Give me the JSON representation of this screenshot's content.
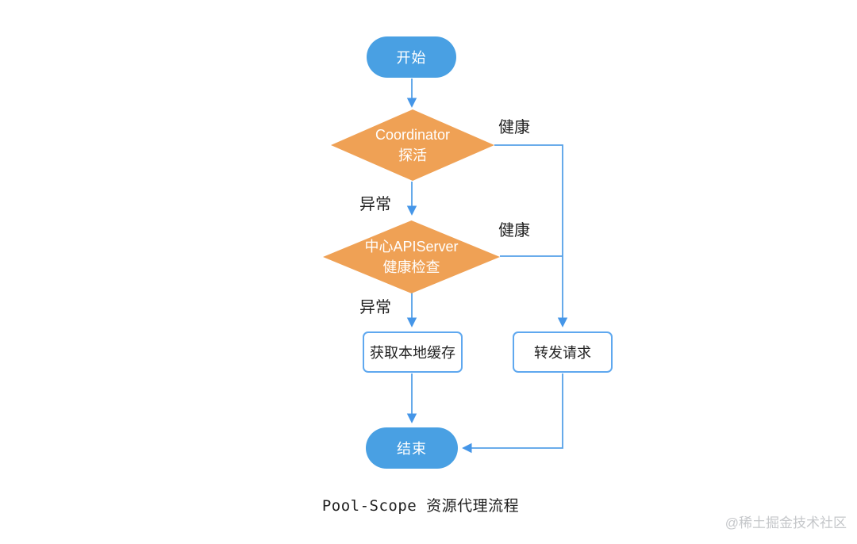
{
  "colors": {
    "terminal_fill": "#49a0e3",
    "decision_fill": "#efa155",
    "process_border": "#5fa8ef",
    "connector": "#55a1e8",
    "arrow": "#4596e8",
    "label_text": "#1f1f1f",
    "watermark": "#c5c7ca"
  },
  "flowchart": {
    "start": "开始",
    "decision1_line1": "Coordinator",
    "decision1_line2": "探活",
    "decision2_line1": "中心APIServer",
    "decision2_line2": "健康检查",
    "process_left": "获取本地缓存",
    "process_right": "转发请求",
    "end": "结束",
    "labels": {
      "healthy_top": "健康",
      "healthy_mid": "健康",
      "abnormal_top": "异常",
      "abnormal_bottom": "异常"
    },
    "caption": "Pool-Scope 资源代理流程",
    "watermark": "@稀土掘金技术社区"
  }
}
